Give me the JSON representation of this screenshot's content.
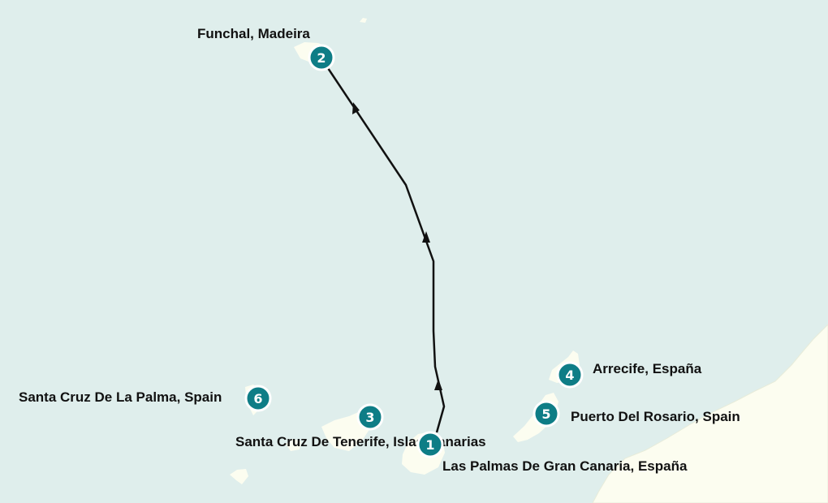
{
  "colors": {
    "sea": "#dfeeec",
    "land": "#fcfdf0",
    "marker_fill": "#0e7d86",
    "marker_stroke": "#ffffff",
    "route": "#111111",
    "label": "#111111"
  },
  "ports": [
    {
      "number": "1",
      "name": "Las Palmas De Gran Canaria, España"
    },
    {
      "number": "2",
      "name": "Funchal, Madeira"
    },
    {
      "number": "3",
      "name": "Santa Cruz De Tenerife, Islas Canarias"
    },
    {
      "number": "4",
      "name": "Arrecife, España"
    },
    {
      "number": "5",
      "name": "Puerto Del Rosario, Spain"
    },
    {
      "number": "6",
      "name": "Santa Cruz De La Palma, Spain"
    }
  ],
  "route": {
    "from": "Las Palmas De Gran Canaria, España",
    "to": "Funchal, Madeira",
    "direction_icon": "arrowhead-icon"
  }
}
